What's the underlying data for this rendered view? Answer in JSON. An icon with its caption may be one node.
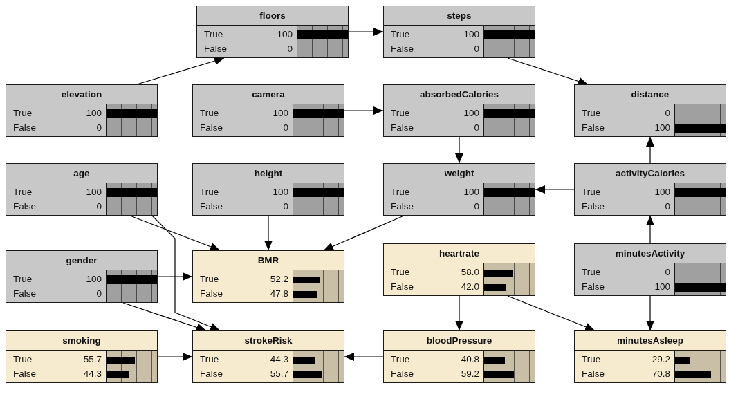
{
  "diagram": {
    "nodes": [
      {
        "text": [
          "floors",
          "True",
          "100",
          "False",
          "0"
        ]
      },
      {
        "text": [
          "steps",
          "True",
          "100",
          "False",
          "0"
        ]
      },
      {
        "text": [
          "elevation",
          "True",
          "100",
          "False",
          "0"
        ]
      },
      {
        "text": [
          "camera",
          "True",
          "100",
          "False",
          "0"
        ]
      },
      {
        "text": [
          "absorbedCalories",
          "True",
          "100",
          "False",
          "0"
        ]
      },
      {
        "text": [
          "distance",
          "True",
          "0",
          "False",
          "100"
        ]
      },
      {
        "text": [
          "age",
          "True",
          "100",
          "False",
          "0"
        ]
      },
      {
        "text": [
          "height",
          "True",
          "100",
          "False",
          "0"
        ]
      },
      {
        "text": [
          "weight",
          "True",
          "100",
          "False",
          "0"
        ]
      },
      {
        "text": [
          "activityCalories",
          "True",
          "100",
          "False",
          "0"
        ]
      },
      {
        "text": [
          "gender",
          "True",
          "100",
          "False",
          "0"
        ]
      },
      {
        "text": [
          "BMR",
          "True",
          "52.2",
          "False",
          "47.8"
        ]
      },
      {
        "text": [
          "heartrate",
          "True",
          "58.0",
          "False",
          "42.0"
        ]
      },
      {
        "text": [
          "minutesActivity",
          "True",
          "0",
          "False",
          "100"
        ]
      },
      {
        "text": [
          "smoking",
          "True",
          "55.7",
          "False",
          "44.3"
        ]
      },
      {
        "text": [
          "strokeRisk",
          "True",
          "44.3",
          "False",
          "55.7"
        ]
      },
      {
        "text": [
          "bloodPressure",
          "True",
          "40.8",
          "False",
          "59.2"
        ]
      },
      {
        "text": [
          "minutesAsleep",
          "True",
          "29.2",
          "False",
          "70.8"
        ]
      }
    ],
    "edges": [
      {
        "from": 2,
        "to": 0,
        "arrow": "to"
      },
      {
        "from": 0,
        "to": 1,
        "arrow": "to"
      },
      {
        "from": 1,
        "to": 5,
        "arrow": "to"
      },
      {
        "from": 3,
        "to": 4,
        "arrow": "to"
      },
      {
        "from": 4,
        "to": 8,
        "arrow": "to"
      },
      {
        "from": 9,
        "to": 5,
        "arrow": "to"
      },
      {
        "from": 9,
        "to": 8,
        "arrow": "to"
      },
      {
        "from": 13,
        "to": 9,
        "arrow": "to"
      },
      {
        "from": 6,
        "to": 11,
        "arrow": "to"
      },
      {
        "from": 6,
        "to": 15,
        "arrow": "to"
      },
      {
        "from": 7,
        "to": 11,
        "arrow": "to"
      },
      {
        "from": 8,
        "to": 11,
        "arrow": "to"
      },
      {
        "from": 10,
        "to": 11,
        "arrow": "to"
      },
      {
        "from": 10,
        "to": 15,
        "arrow": "to"
      },
      {
        "from": 12,
        "to": 16,
        "arrow": "to"
      },
      {
        "from": 12,
        "to": 17,
        "arrow": "to"
      },
      {
        "from": 13,
        "to": 17,
        "arrow": "to"
      },
      {
        "from": 14,
        "to": 15,
        "arrow": "to"
      },
      {
        "from": 16,
        "to": 15,
        "arrow": "to"
      }
    ]
  }
}
